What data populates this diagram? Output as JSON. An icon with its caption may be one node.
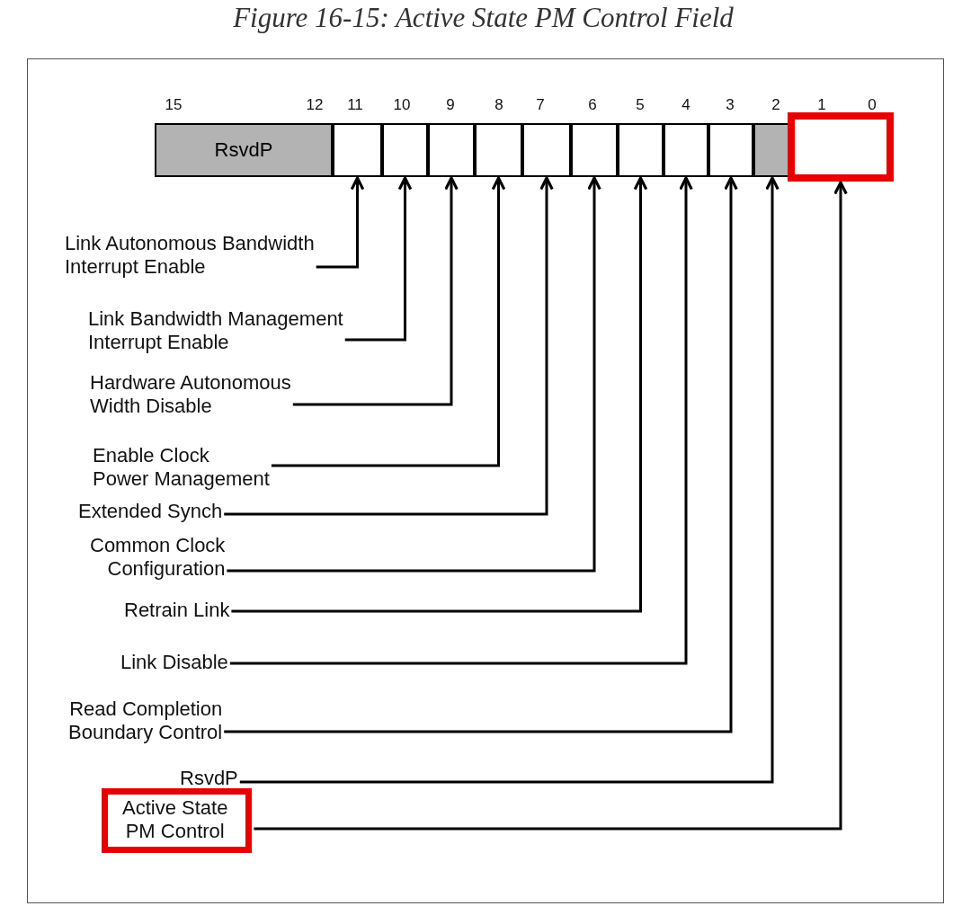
{
  "diagram": {
    "title": "Figure 16-15: Active State PM Control Field",
    "nodes": [
      {
        "text": [
          "RsvdP"
        ]
      },
      {
        "text": [],
        "shape": "box"
      },
      {
        "text": [],
        "shape": "box"
      },
      {
        "text": [],
        "shape": "box"
      },
      {
        "text": [],
        "shape": "box"
      },
      {
        "text": [],
        "shape": "box"
      },
      {
        "text": [],
        "shape": "box"
      },
      {
        "text": [],
        "shape": "box"
      },
      {
        "text": [],
        "shape": "box"
      },
      {
        "text": [],
        "shape": "box"
      },
      {
        "text": [],
        "shape": "box"
      },
      {
        "text": [],
        "shape": "box"
      },
      {
        "text": [
          "Link Autonomous Bandwidth Interrupt Enable"
        ]
      },
      {
        "text": [
          "Link Bandwidth Management Interrupt Enable"
        ]
      },
      {
        "text": [
          "Hardware Autonomous Width Disable"
        ]
      },
      {
        "text": [
          "Enable Clock Power Management"
        ]
      },
      {
        "text": [
          "Extended Synch"
        ]
      },
      {
        "text": [
          "Common Clock Configuration"
        ]
      },
      {
        "text": [
          "Retrain Link"
        ]
      },
      {
        "text": [
          "Link Disable"
        ]
      },
      {
        "text": [
          "Read Completion Boundary Control"
        ]
      },
      {
        "text": [
          "RsvdP"
        ]
      },
      {
        "text": [
          "Active State PM Control"
        ]
      }
    ],
    "edges": [
      {
        "from": 12,
        "to": 1,
        "arrow": "to"
      },
      {
        "from": 13,
        "to": 2,
        "arrow": "to"
      },
      {
        "from": 14,
        "to": 3,
        "arrow": "to"
      },
      {
        "from": 15,
        "to": 4,
        "arrow": "to"
      },
      {
        "from": 16,
        "to": 5,
        "arrow": "to"
      },
      {
        "from": 17,
        "to": 6,
        "arrow": "to"
      },
      {
        "from": 18,
        "to": 7,
        "arrow": "to"
      },
      {
        "from": 19,
        "to": 8,
        "arrow": "to"
      },
      {
        "from": 20,
        "to": 9,
        "arrow": "to"
      },
      {
        "from": 21,
        "to": 10,
        "arrow": "to"
      },
      {
        "from": 22,
        "to": 11,
        "arrow": "to"
      }
    ],
    "labels": [
      "15",
      "12",
      "11",
      "10",
      "9",
      "8",
      "7",
      "6",
      "5",
      "4",
      "3",
      "2",
      "1",
      "0"
    ]
  }
}
